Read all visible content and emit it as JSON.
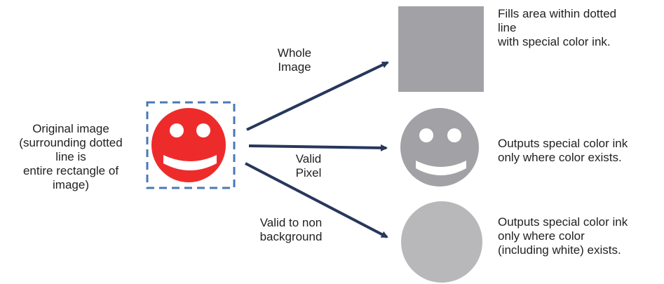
{
  "original": {
    "label_lines": [
      "Original image",
      "(surrounding dotted",
      "line is",
      "entire rectangle of",
      "image)"
    ]
  },
  "arrows": [
    {
      "label_lines": [
        "Whole",
        "Image"
      ]
    },
    {
      "label_lines": [
        "Valid",
        "Pixel"
      ]
    },
    {
      "label_lines": [
        "Valid to non",
        "background"
      ]
    }
  ],
  "results": [
    {
      "description_lines": [
        "Fills area within dotted",
        "line",
        "with special color ink."
      ]
    },
    {
      "description_lines": [
        "Outputs special color ink",
        "only where color exists."
      ]
    },
    {
      "description_lines": [
        "Outputs special color ink",
        "only where color",
        "(including white) exists."
      ]
    }
  ],
  "colors": {
    "face_red": "#EE2B2B",
    "dotted_frame": "#4A79B5",
    "arrow": "#27375C",
    "fill_square": "#A2A2A6",
    "fill_valid_pixel": "#A2A2A6",
    "fill_non_background": "#B8B8BA",
    "face_features": "#FFFFFF"
  }
}
